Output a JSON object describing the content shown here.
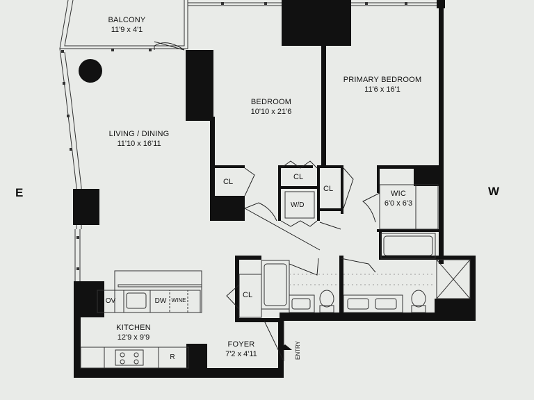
{
  "compass": {
    "east": "E",
    "west": "W"
  },
  "rooms": {
    "balcony": {
      "name": "BALCONY",
      "dims": "11'9 x 4'1"
    },
    "bedroom": {
      "name": "BEDROOM",
      "dims": "10'10 x 21'6"
    },
    "primary_bedroom": {
      "name": "PRIMARY BEDROOM",
      "dims": "11'6 x 16'1"
    },
    "living_dining": {
      "name": "LIVING / DINING",
      "dims": "11'10 x 16'11"
    },
    "wic": {
      "name": "WIC",
      "dims": "6'0 x 6'3"
    },
    "kitchen": {
      "name": "KITCHEN",
      "dims": "12'9 x 9'9"
    },
    "foyer": {
      "name": "FOYER",
      "dims": "7'2 x 4'11"
    }
  },
  "fixtures": {
    "closet_bedroom": "CL",
    "closet_hall_top": "CL",
    "closet_hall_right": "CL",
    "closet_foyer": "CL",
    "washer_dryer": "W/D",
    "oven": "OV",
    "dishwasher": "DW",
    "wine": "WINE",
    "refrigerator": "R"
  },
  "entry_label": "ENTRY"
}
